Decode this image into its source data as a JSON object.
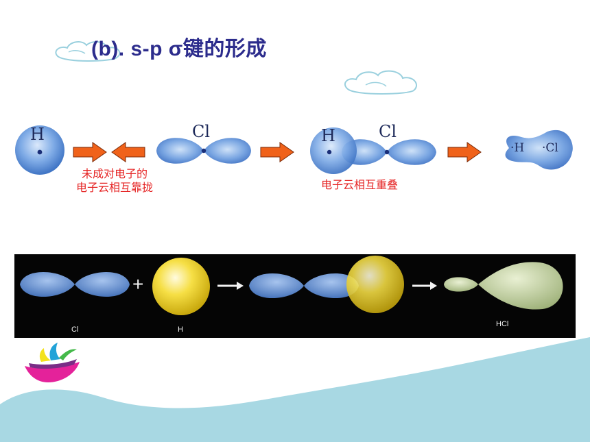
{
  "slide": {
    "title": "(b). s-p  σ键的形成"
  },
  "top_diagram": {
    "atom_h_label": "H",
    "atom_cl_label": "Cl",
    "overlap_h_label": "H",
    "overlap_cl_label": "Cl",
    "molecule_h_label": "·H",
    "molecule_cl_label": "·Cl",
    "caption_approach_line1": "未成对电子的",
    "caption_approach_line2": "电子云相互靠拢",
    "caption_overlap": "电子云相互重叠"
  },
  "bottom_strip": {
    "cl_label": "Cl",
    "h_label": "H",
    "plus_sign": "+",
    "hcl_label": "HCl"
  },
  "colors": {
    "title": "#2c2c8c",
    "caption": "#e52222",
    "orbital_blue": "#5b90d8",
    "orbital_yellow": "#f2d430",
    "orbital_green": "#b9c996",
    "arrow_orange": "#f0621a",
    "wave": "#a8d8e3"
  }
}
